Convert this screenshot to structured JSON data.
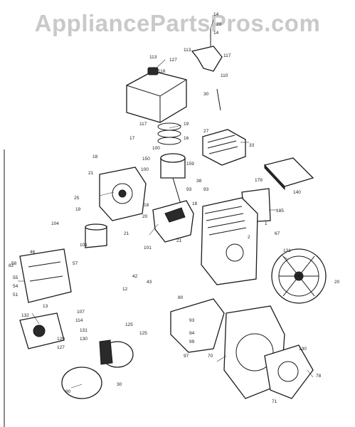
{
  "watermark": "AppliancePartsPros.com",
  "diagram": {
    "labels": [
      "113",
      "118",
      "127",
      "19",
      "16",
      "100",
      "17",
      "150",
      "100",
      "159",
      "93",
      "93",
      "21",
      "18",
      "14",
      "110",
      "113",
      "14",
      "20",
      "117",
      "117",
      "30",
      "27",
      "33",
      "25",
      "38",
      "19",
      "140",
      "179",
      "18",
      "21",
      "20",
      "185",
      "101",
      "104",
      "18",
      "21",
      "2",
      "1",
      "67",
      "101",
      "131",
      "46",
      "58",
      "57",
      "55",
      "54",
      "51",
      "42",
      "12",
      "43",
      "80",
      "82",
      "13",
      "20",
      "125",
      "107",
      "114",
      "132",
      "131",
      "130",
      "120",
      "127",
      "125",
      "93",
      "94",
      "99",
      "70",
      "97",
      "130",
      "90",
      "30",
      "78",
      "71"
    ]
  }
}
